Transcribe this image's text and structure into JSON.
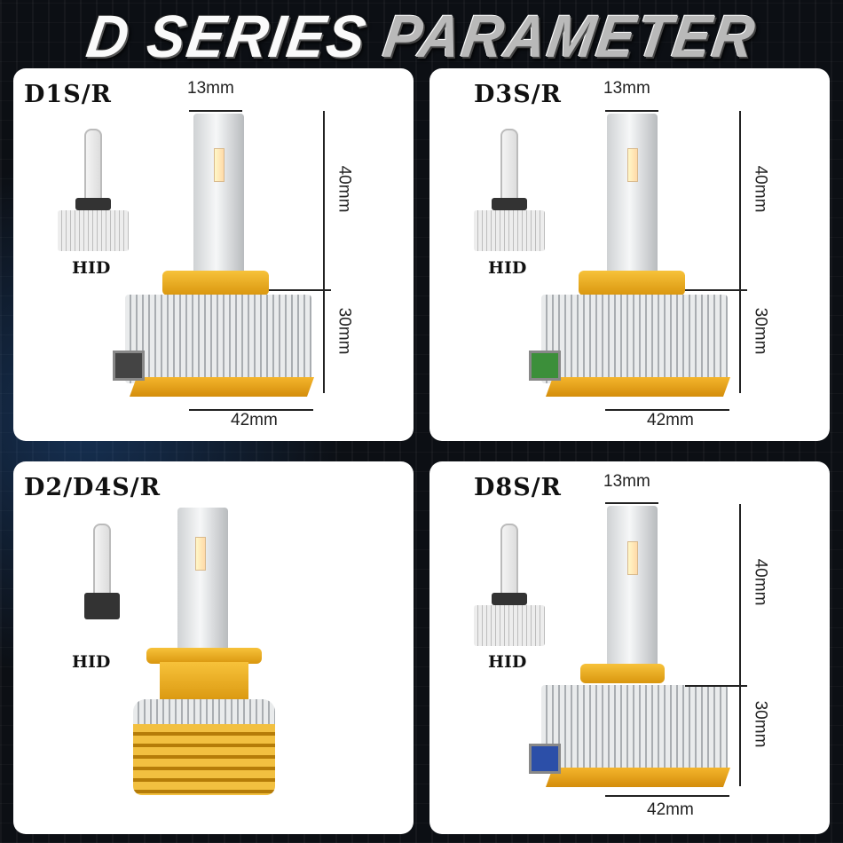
{
  "title": {
    "part1": "D SERIES",
    "part2": "PARAMETER"
  },
  "panels": [
    {
      "name": "D1S/R",
      "hid": "HID",
      "width_top": "13mm",
      "height_upper": "40mm",
      "height_lower": "30mm",
      "width_base": "42mm",
      "connector_color": "#555555"
    },
    {
      "name": "D3S/R",
      "hid": "HID",
      "width_top": "13mm",
      "height_upper": "40mm",
      "height_lower": "30mm",
      "width_base": "42mm",
      "connector_color": "#3c8f3a"
    },
    {
      "name": "D2/D4S/R",
      "hid": "HID"
    },
    {
      "name": "D8S/R",
      "hid": "HID",
      "width_top": "13mm",
      "height_upper": "40mm",
      "height_lower": "30mm",
      "width_base": "42mm",
      "connector_color": "#2c4fa8"
    }
  ]
}
